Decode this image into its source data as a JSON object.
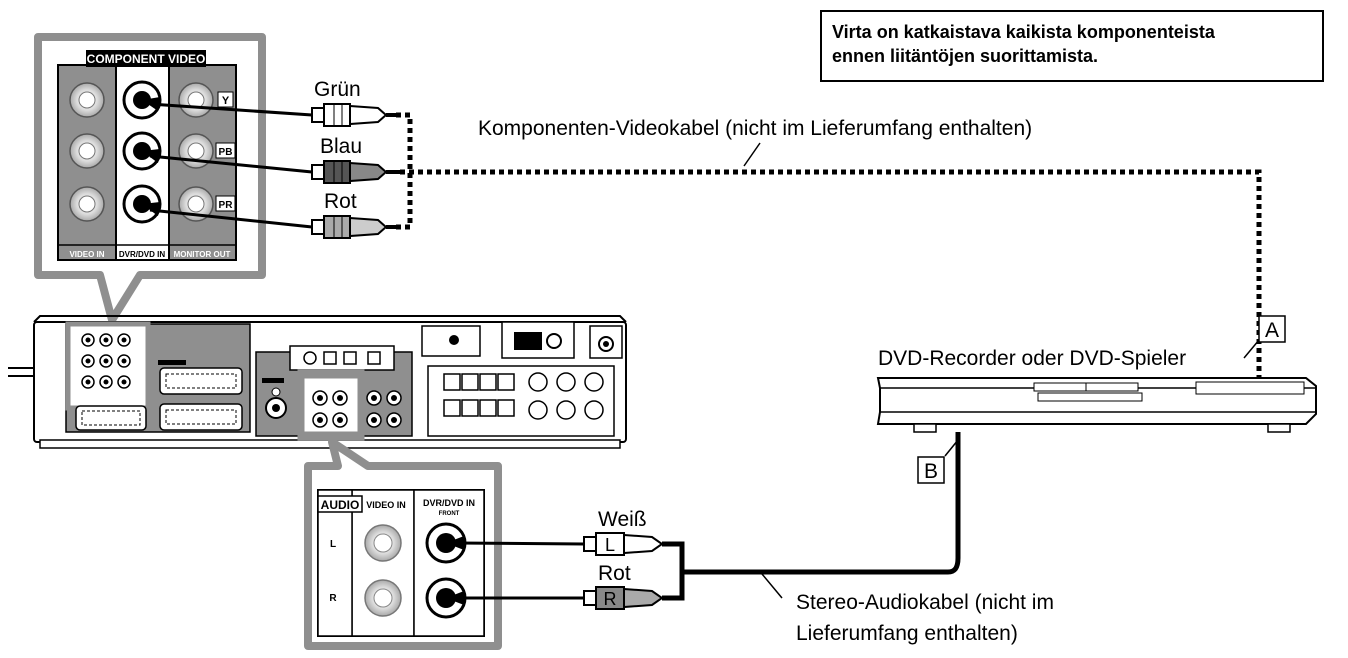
{
  "notice": {
    "line1": "Virta on katkaistava kaikista komponenteista",
    "line2": "ennen liitäntöjen suorittamista."
  },
  "component_panel": {
    "title": "COMPONENT VIDEO",
    "col_labels": [
      "VIDEO IN",
      "DVR/DVD IN",
      "MONITOR OUT"
    ],
    "row_labels": [
      "Y",
      "PB",
      "PR"
    ]
  },
  "video_cable": {
    "plug_labels": [
      "Grün",
      "Blau",
      "Rot"
    ],
    "caption": "Komponenten-Videokabel (nicht im Lieferumfang enthalten)"
  },
  "device": {
    "name": "DVD-Recorder oder DVD-Spieler",
    "callout_a": "A",
    "callout_b": "B"
  },
  "audio_panel": {
    "title": "AUDIO",
    "video_in_label": "VIDEO IN",
    "dvr_label": "DVR/DVD IN",
    "front_label": "FRONT",
    "row_labels": [
      "L",
      "R"
    ]
  },
  "audio_cable": {
    "plug_labels": [
      "Weiß",
      "Rot"
    ],
    "plug_letters": [
      "L",
      "R"
    ],
    "caption_line1": "Stereo-Audiokabel (nicht im",
    "caption_line2": "Lieferumfang enthalten)"
  },
  "colors": {
    "panel_gray": "#8f8f8f",
    "callout_frame": "#808080",
    "cable": "#000000"
  }
}
